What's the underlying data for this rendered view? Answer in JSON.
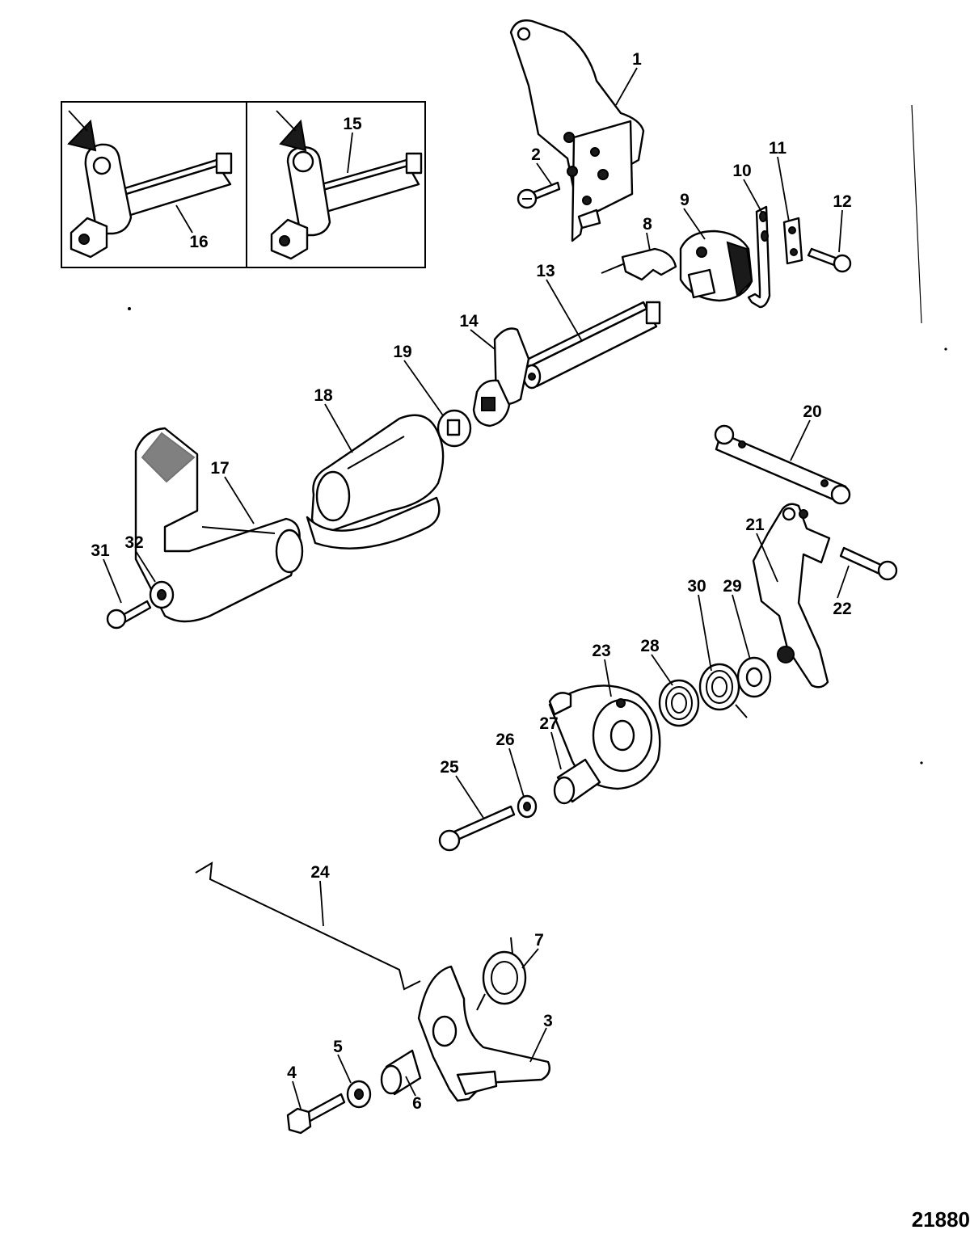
{
  "figure_number": "21880",
  "callouts": [
    {
      "id": "c1",
      "label": "1"
    },
    {
      "id": "c2",
      "label": "2"
    },
    {
      "id": "c3",
      "label": "3"
    },
    {
      "id": "c4",
      "label": "4"
    },
    {
      "id": "c5",
      "label": "5"
    },
    {
      "id": "c6",
      "label": "6"
    },
    {
      "id": "c7",
      "label": "7"
    },
    {
      "id": "c8",
      "label": "8"
    },
    {
      "id": "c9",
      "label": "9"
    },
    {
      "id": "c10",
      "label": "10"
    },
    {
      "id": "c11",
      "label": "11"
    },
    {
      "id": "c12",
      "label": "12"
    },
    {
      "id": "c13",
      "label": "13"
    },
    {
      "id": "c14",
      "label": "14"
    },
    {
      "id": "c15",
      "label": "15"
    },
    {
      "id": "c16",
      "label": "16"
    },
    {
      "id": "c17",
      "label": "17"
    },
    {
      "id": "c18",
      "label": "18"
    },
    {
      "id": "c19",
      "label": "19"
    },
    {
      "id": "c20",
      "label": "20"
    },
    {
      "id": "c21",
      "label": "21"
    },
    {
      "id": "c22",
      "label": "22"
    },
    {
      "id": "c23",
      "label": "23"
    },
    {
      "id": "c24",
      "label": "24"
    },
    {
      "id": "c25",
      "label": "25"
    },
    {
      "id": "c26",
      "label": "26"
    },
    {
      "id": "c27",
      "label": "27"
    },
    {
      "id": "c28",
      "label": "28"
    },
    {
      "id": "c29",
      "label": "29"
    },
    {
      "id": "c30",
      "label": "30"
    },
    {
      "id": "c31",
      "label": "31"
    },
    {
      "id": "c32",
      "label": "32"
    }
  ]
}
